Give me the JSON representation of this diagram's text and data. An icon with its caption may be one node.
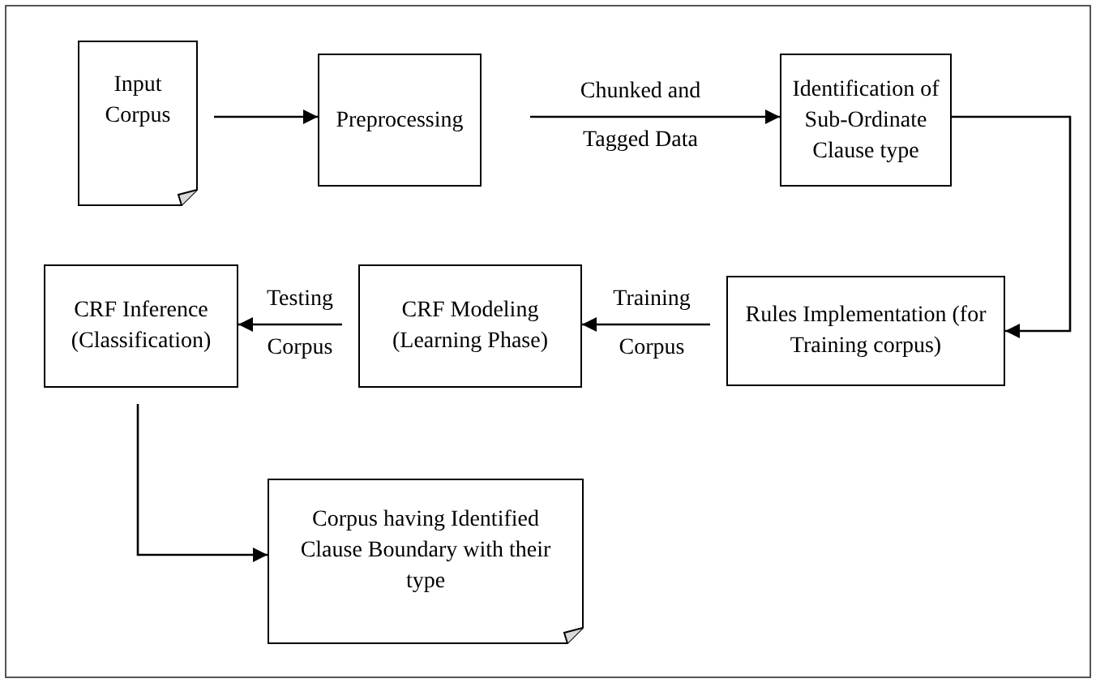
{
  "diagram": {
    "nodes": [
      {
        "text": [
          "Input Corpus"
        ]
      },
      {
        "text": [
          "Preprocessing"
        ]
      },
      {
        "text": [
          "Identification of Sub-Ordinate Clause type"
        ]
      },
      {
        "text": [
          "Rules Implementation (for Training corpus)"
        ]
      },
      {
        "text": [
          "CRF Modeling (Learning Phase)"
        ]
      },
      {
        "text": [
          "CRF Inference (Classification)"
        ]
      },
      {
        "text": [
          "Corpus having Identified Clause Boundary with their type"
        ]
      }
    ],
    "edges": [
      {
        "from": 0,
        "to": 1,
        "arrow": "to"
      },
      {
        "from": 1,
        "to": 2,
        "arrow": "to",
        "label": "Chunked and Tagged Data"
      },
      {
        "from": 2,
        "to": 3,
        "arrow": "to"
      },
      {
        "from": 3,
        "to": 4,
        "arrow": "to",
        "label": "Training Corpus"
      },
      {
        "from": 4,
        "to": 5,
        "arrow": "to",
        "label": "Testing Corpus"
      },
      {
        "from": 5,
        "to": 6,
        "arrow": "to"
      }
    ]
  }
}
